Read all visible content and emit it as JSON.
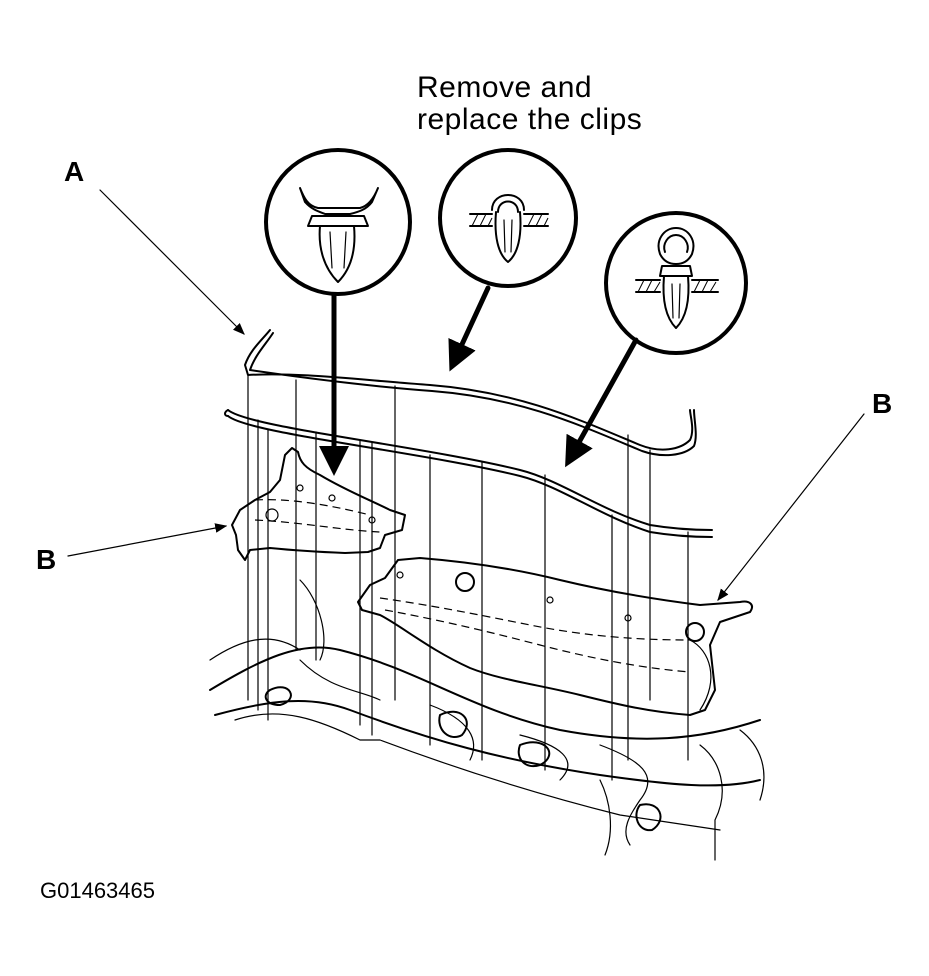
{
  "instruction": {
    "line1": "Remove and",
    "line2": "replace the clips"
  },
  "callouts": {
    "a": "A",
    "b_left": "B",
    "b_right": "B"
  },
  "figure_id": "G01463465",
  "clip_types": [
    "push-clip-icon",
    "trim-clip-icon",
    "ring-clip-icon"
  ]
}
